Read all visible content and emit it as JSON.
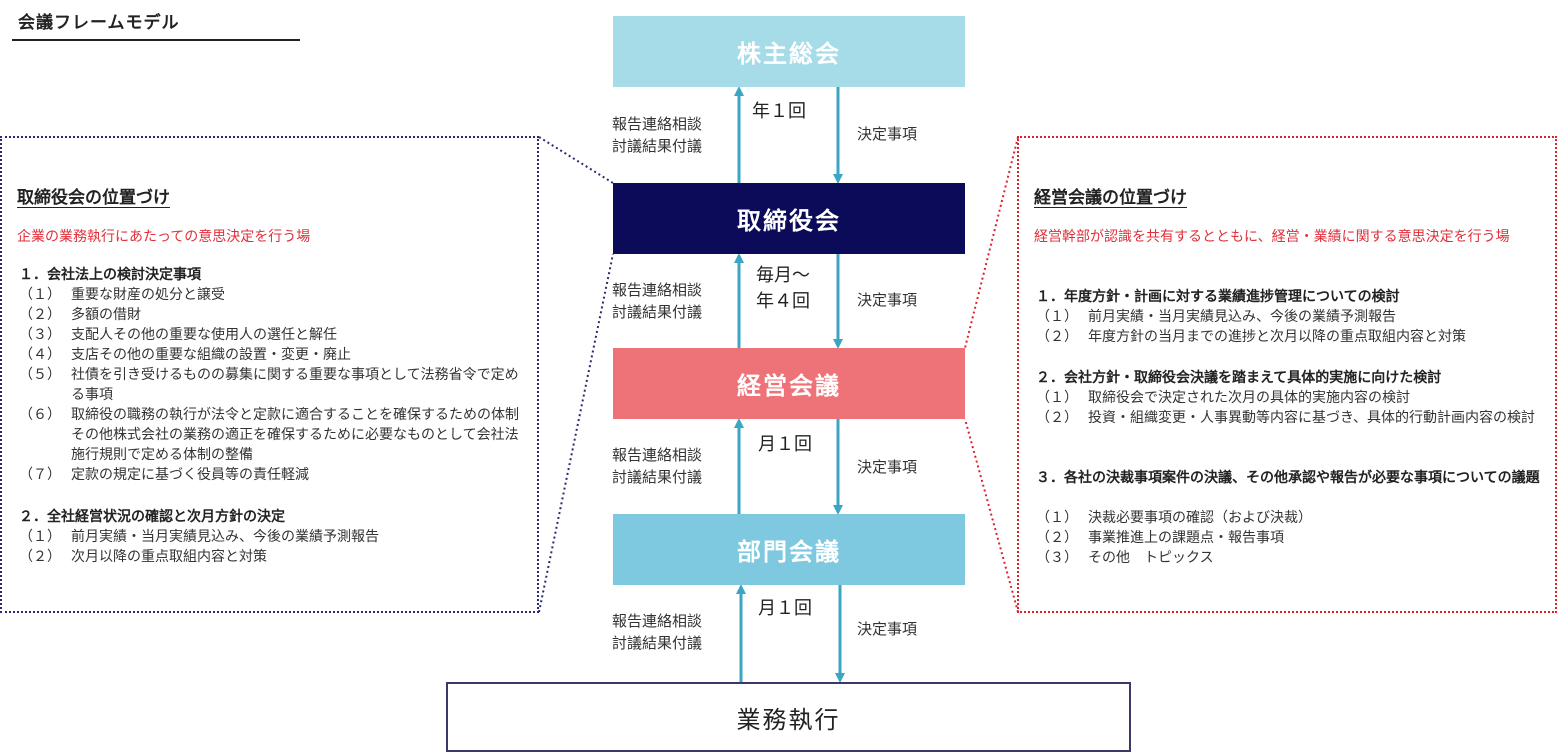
{
  "page_title": "会議フレームモデル",
  "boxes": {
    "agm": "株主総会",
    "board": "取締役会",
    "management": "経営会議",
    "department": "部門会議",
    "execution": "業務執行"
  },
  "links": {
    "up_label_line1": "報告連絡相談",
    "up_label_line2": "討議結果付議",
    "down_label": "決定事項",
    "freq_agm_board": "年１回",
    "freq_board_mgmt_line1": "毎月～",
    "freq_board_mgmt_line2": "年４回",
    "freq_mgmt_dept": "月１回",
    "freq_dept_exec": "月１回"
  },
  "left_panel": {
    "title": "取締役会の位置づけ",
    "purpose": "企業の業務執行にあたっての意思決定を行う場",
    "sections": [
      {
        "heading": "１．会社法上の検討決定事項",
        "items": [
          {
            "num": "（１）",
            "text": "重要な財産の処分と譲受"
          },
          {
            "num": "（２）",
            "text": "多額の借財"
          },
          {
            "num": "（３）",
            "text": "支配人その他の重要な使用人の選任と解任"
          },
          {
            "num": "（４）",
            "text": "支店その他の重要な組織の設置・変更・廃止"
          },
          {
            "num": "（５）",
            "text": "社債を引き受けるものの募集に関する重要な事項として法務省令で定める事項"
          },
          {
            "num": "（６）",
            "text": "取締役の職務の執行が法令と定款に適合することを確保するための体制その他株式会社の業務の適正を確保するために必要なものとして会社法施行規則で定める体制の整備"
          },
          {
            "num": "（７）",
            "text": "定款の規定に基づく役員等の責任軽減"
          }
        ]
      },
      {
        "heading": "２．全社経営状況の確認と次月方針の決定",
        "items": [
          {
            "num": "（１）",
            "text": "前月実績・当月実績見込み、今後の業績予測報告"
          },
          {
            "num": "（２）",
            "text": "次月以降の重点取組内容と対策"
          }
        ]
      }
    ]
  },
  "right_panel": {
    "title": "経営会議の位置づけ",
    "purpose": "経営幹部が認識を共有するとともに、経営・業績に関する意思決定を行う場",
    "sections": [
      {
        "heading": "１．年度方針・計画に対する業績進捗管理についての検討",
        "items": [
          {
            "num": "（１）",
            "text": "前月実績・当月実績見込み、今後の業績予測報告"
          },
          {
            "num": "（２）",
            "text": "年度方針の当月までの進捗と次月以降の重点取組内容と対策"
          }
        ]
      },
      {
        "heading": "２．会社方針・取締役会決議を踏まえて具体的実施に向けた検討",
        "items": [
          {
            "num": "（１）",
            "text": "取締役会で決定された次月の具体的実施内容の検討"
          },
          {
            "num": "（２）",
            "text": "投資・組織変更・人事異動等内容に基づき、具体的行動計画内容の検討"
          }
        ]
      },
      {
        "heading": "３．各社の決裁事項案件の決議、その他承認や報告が必要な事項についての議題",
        "items": [
          {
            "num": "（１）",
            "text": "決裁必要事項の確認（および決裁）"
          },
          {
            "num": "（２）",
            "text": "事業推進上の課題点・報告事項"
          },
          {
            "num": "（３）",
            "text": "その他　トピックス"
          }
        ]
      }
    ]
  },
  "colors": {
    "agm": "#a6dbe8",
    "board": "#0b0b5a",
    "management": "#ee7378",
    "department": "#7ec9e0",
    "arrow": "#3aa6c4",
    "left_border": "#2a2a70",
    "right_border": "#e0202a",
    "purpose_text": "#e0303a"
  }
}
